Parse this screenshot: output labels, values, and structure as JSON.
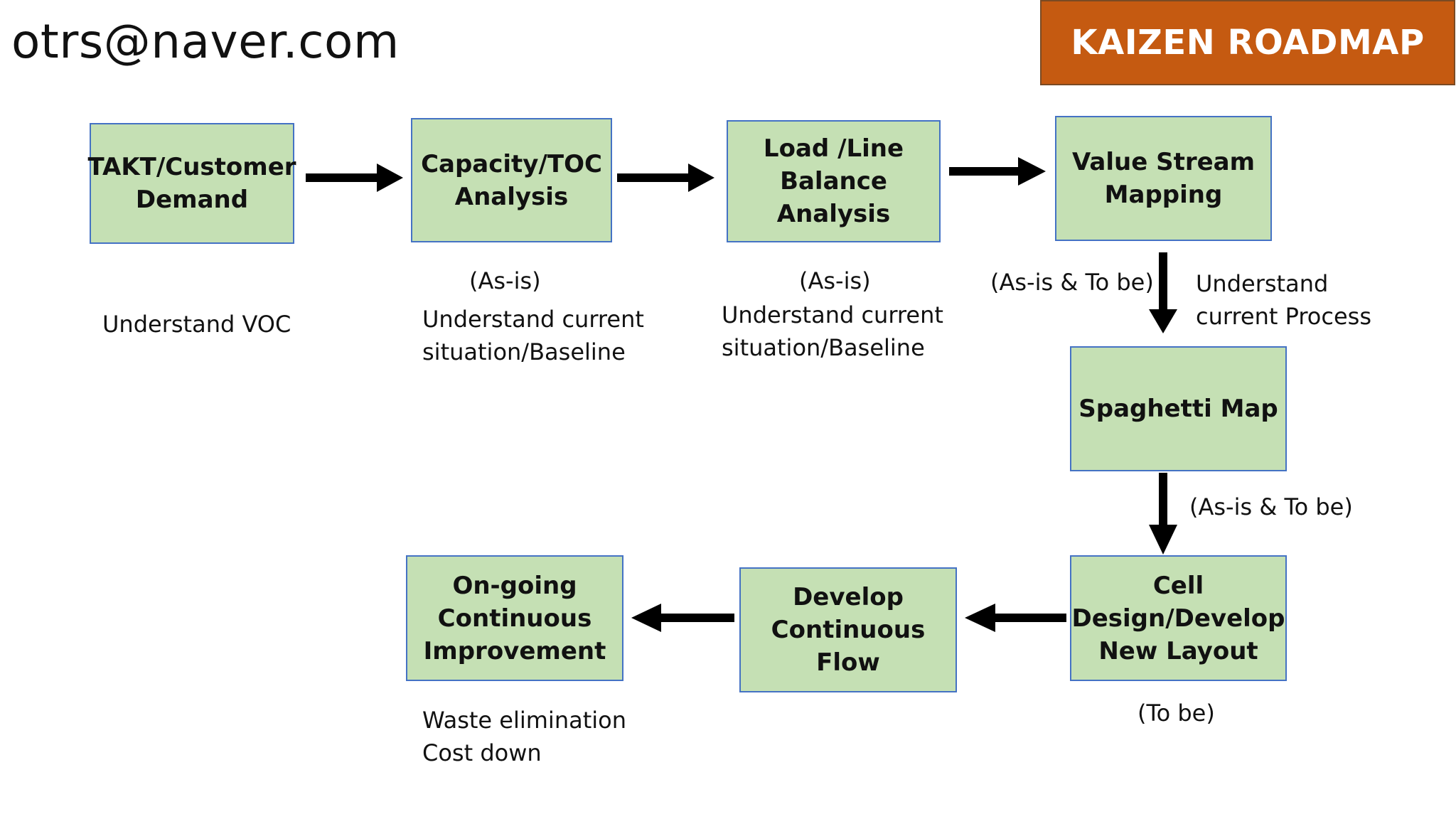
{
  "header": {
    "email": "otrs@naver.com",
    "banner_title": "KAIZEN ROADMAP"
  },
  "colors": {
    "banner": "#c55a11",
    "box_fill": "#c5e0b4",
    "box_border": "#4472c4",
    "arrow": "#000000"
  },
  "steps": [
    {
      "label": "TAKT/Customer\nDemand",
      "notes": [
        "Understand VOC"
      ]
    },
    {
      "label": "Capacity/TOC\nAnalysis",
      "notes": [
        "(As-is)",
        "Understand current\nsituation/Baseline"
      ]
    },
    {
      "label": "Load /Line\nBalance Analysis",
      "notes": [
        "(As-is)",
        "Understand current\nsituation/Baseline"
      ]
    },
    {
      "label": "Value Stream\nMapping",
      "notes": [
        "(As-is & To be)",
        "Understand\ncurrent Process"
      ]
    },
    {
      "label": "Spaghetti Map",
      "notes": [
        "(As-is & To be)"
      ]
    },
    {
      "label": "Cell\nDesign/Develop\nNew Layout",
      "notes": [
        "(To be)"
      ]
    },
    {
      "label": "Develop\nContinuous Flow",
      "notes": []
    },
    {
      "label": "On-going\nContinuous\nImprovement",
      "notes": [
        "Waste elimination\nCost down"
      ]
    }
  ]
}
